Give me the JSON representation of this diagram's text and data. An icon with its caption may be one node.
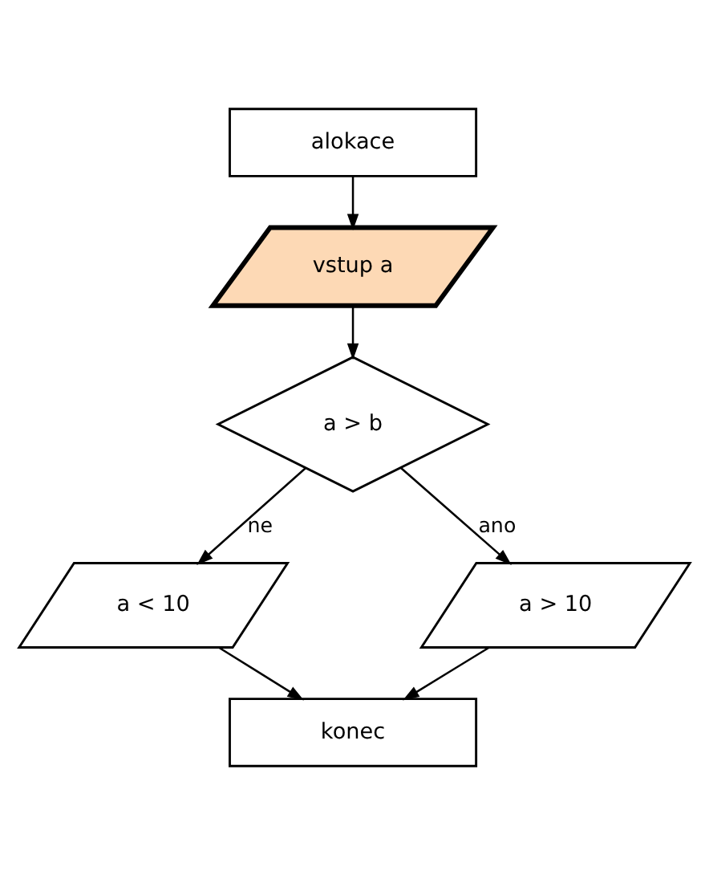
{
  "diagram": {
    "nodes": [
      {
        "text": [
          "alokace"
        ]
      },
      {
        "text": [
          "vstup a"
        ]
      },
      {
        "text": [
          "a > b"
        ]
      },
      {
        "text": [
          "a > 10"
        ]
      },
      {
        "text": [
          "a < 10"
        ]
      },
      {
        "text": [
          "konec"
        ]
      }
    ],
    "edges": [
      {
        "from": 0,
        "to": 1,
        "arrow": "to"
      },
      {
        "from": 1,
        "to": 2,
        "arrow": "to"
      },
      {
        "from": 2,
        "to": 3,
        "arrow": "to",
        "label": "ano"
      },
      {
        "from": 2,
        "to": 4,
        "arrow": "to",
        "label": "ne"
      },
      {
        "from": 4,
        "to": 5,
        "arrow": "to"
      },
      {
        "from": 3,
        "to": 5,
        "arrow": "to"
      }
    ]
  }
}
